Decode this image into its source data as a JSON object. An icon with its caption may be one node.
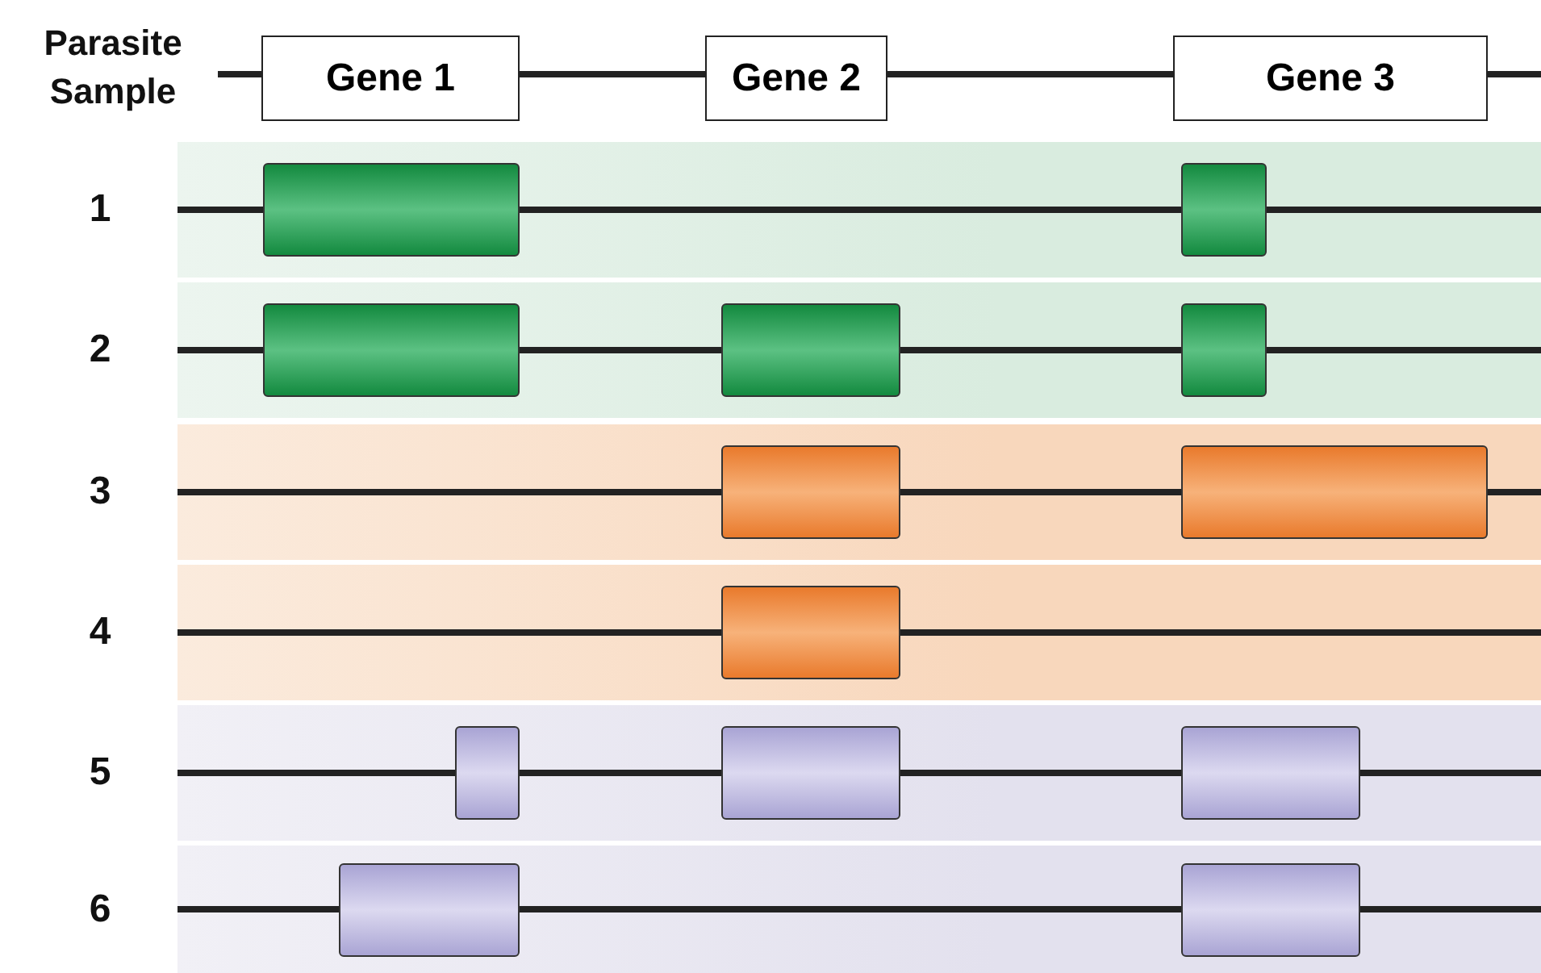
{
  "diagram": {
    "nodes": [
      {
        "text": [
          "Gene 1"
        ]
      },
      {
        "text": [
          "Gene 2"
        ]
      },
      {
        "text": [
          "Gene 3"
        ]
      },
      {
        "text": [],
        "shape": "box"
      },
      {
        "text": [],
        "shape": "box"
      },
      {
        "text": [],
        "shape": "box"
      },
      {
        "text": [],
        "shape": "box"
      },
      {
        "text": [],
        "shape": "box"
      },
      {
        "text": [],
        "shape": "box"
      },
      {
        "text": [],
        "shape": "box"
      },
      {
        "text": [],
        "shape": "box"
      },
      {
        "text": [],
        "shape": "box"
      },
      {
        "text": [],
        "shape": "box"
      },
      {
        "text": [],
        "shape": "box"
      },
      {
        "text": [],
        "shape": "box"
      },
      {
        "text": [],
        "shape": "box"
      }
    ],
    "labels": [
      "Parasite Sample",
      "1",
      "2",
      "3",
      "4",
      "5",
      "6"
    ]
  }
}
